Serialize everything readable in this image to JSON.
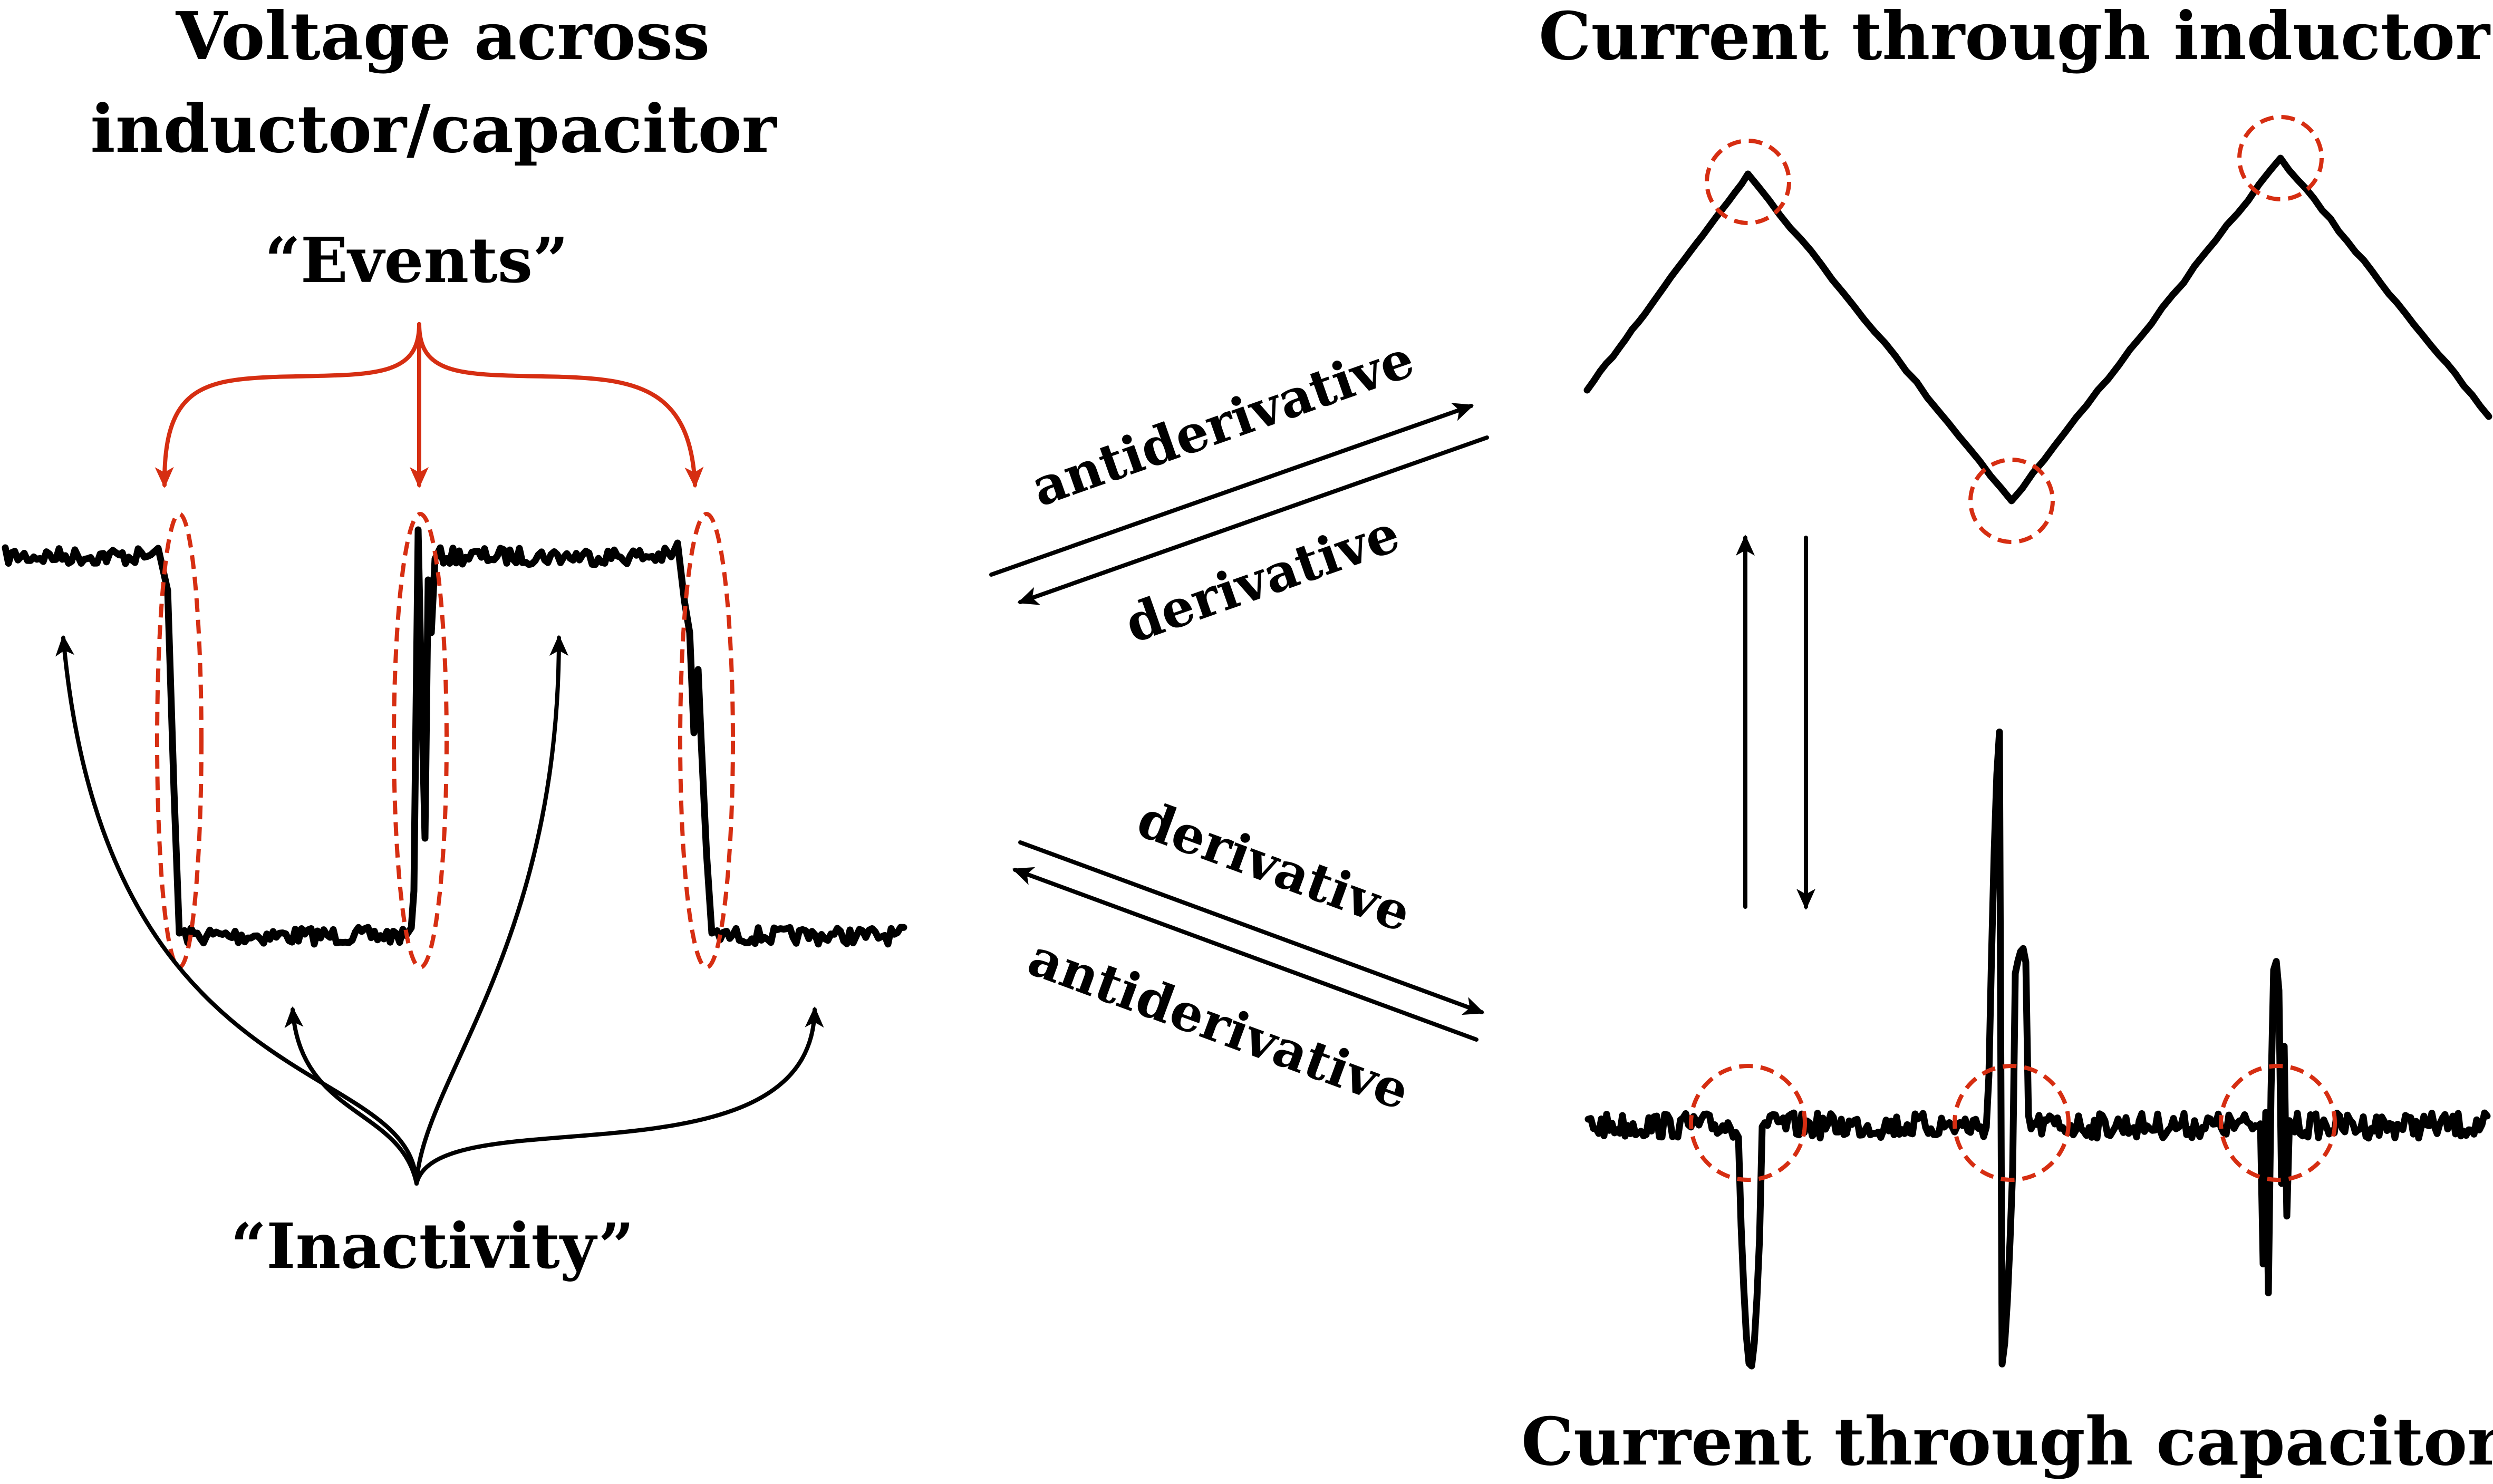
{
  "labels": {
    "voltage_title_line1": "Voltage across",
    "voltage_title_line2": "inductor/capacitor",
    "events": "“Events”",
    "inactivity": "“Inactivity”",
    "inductor_title": "Current through inductor",
    "capacitor_title": "Current through capacitor",
    "upper_top_op": "antiderivative",
    "upper_bottom_op": "derivative",
    "lower_top_op": "derivative",
    "lower_bottom_op": "antiderivative"
  },
  "colors": {
    "trace": "#000000",
    "events": "#d62e12"
  }
}
